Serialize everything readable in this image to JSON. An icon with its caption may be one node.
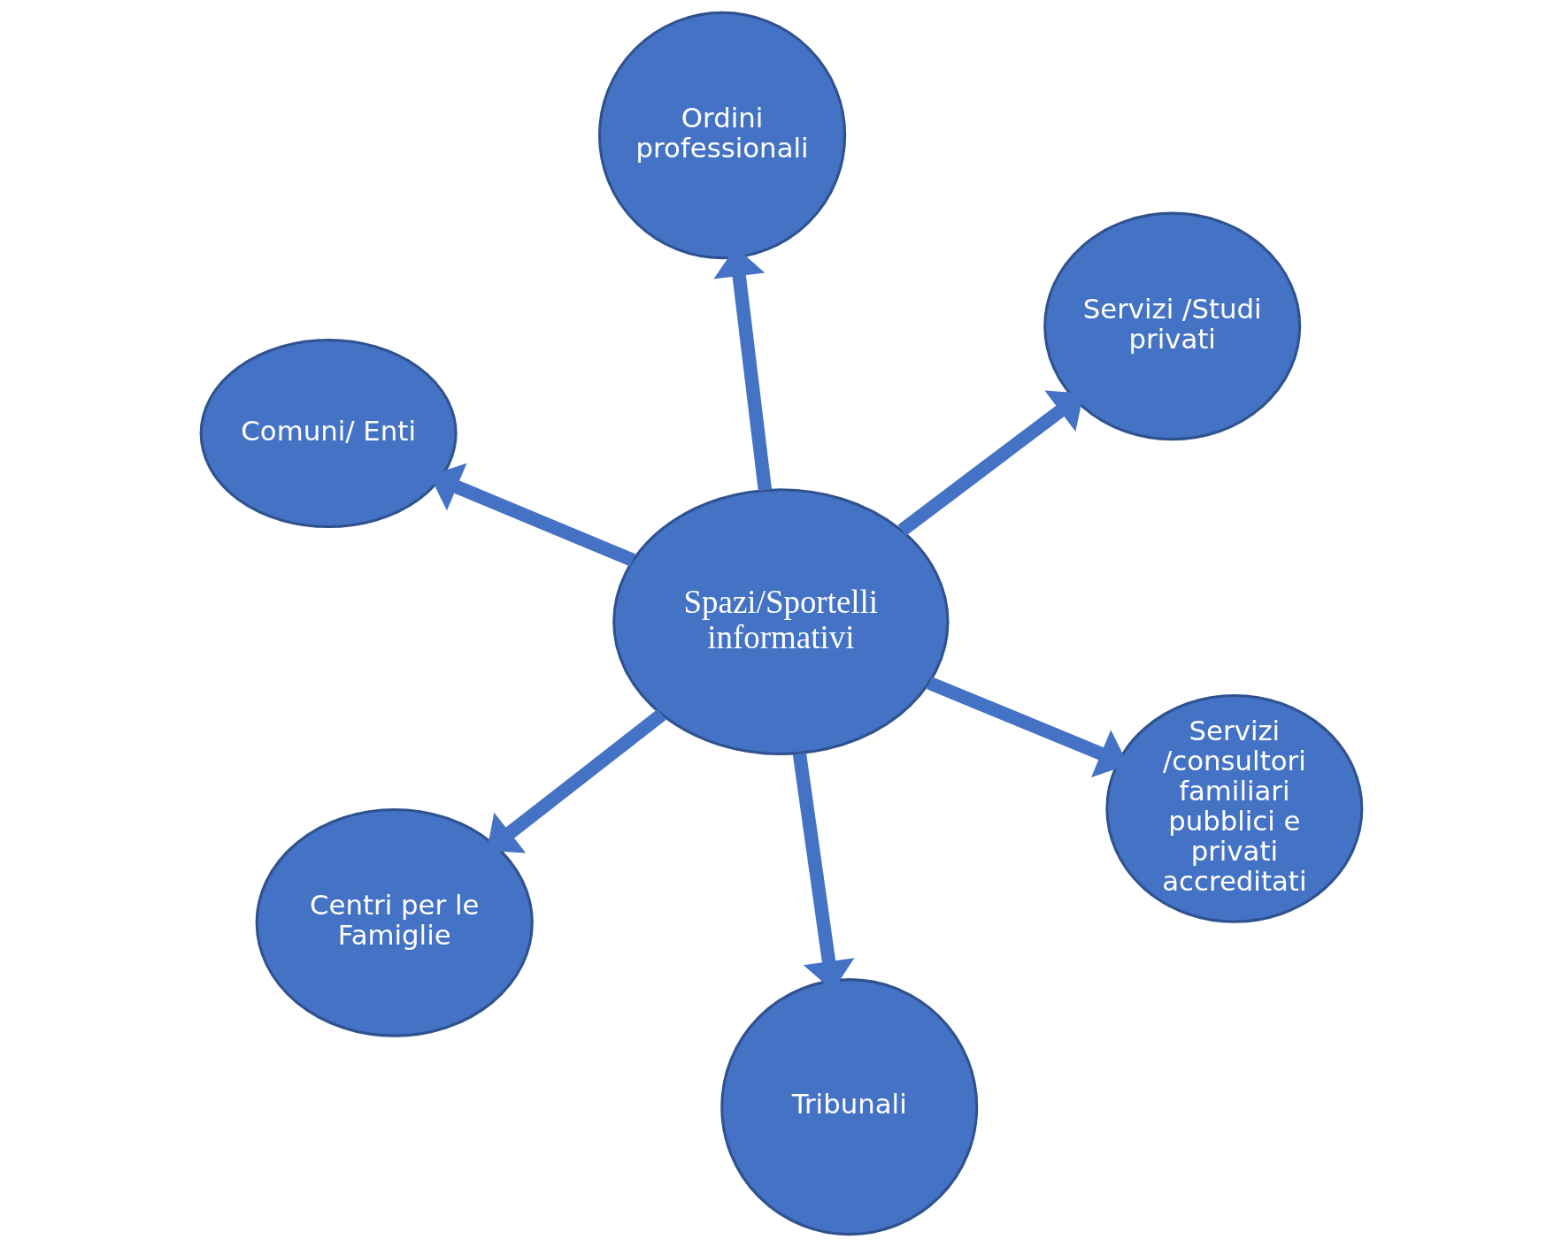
{
  "diagram": {
    "nodes": [
      {
        "text": [
          "Comuni/ Enti"
        ]
      },
      {
        "text": [
          "Servizi /consultori familiari pubblici e privati accreditati"
        ]
      },
      {
        "text": [
          "Tribunali"
        ]
      },
      {
        "text": [
          "Spazi/Sportelli informativi"
        ]
      },
      {
        "text": [
          "Servizi /Studi privati"
        ]
      },
      {
        "text": [
          "Ordini professionali"
        ]
      },
      {
        "text": [
          "Centri per le Famiglie"
        ]
      }
    ],
    "edges": [
      {
        "from": 3,
        "to": 0,
        "arrow": "to"
      },
      {
        "from": 3,
        "to": 1,
        "arrow": "to"
      },
      {
        "from": 3,
        "to": 2,
        "arrow": "to"
      },
      {
        "from": 3,
        "to": 4,
        "arrow": "to"
      },
      {
        "from": 3,
        "to": 5,
        "arrow": "to"
      },
      {
        "from": 3,
        "to": 6,
        "arrow": "to"
      }
    ]
  }
}
